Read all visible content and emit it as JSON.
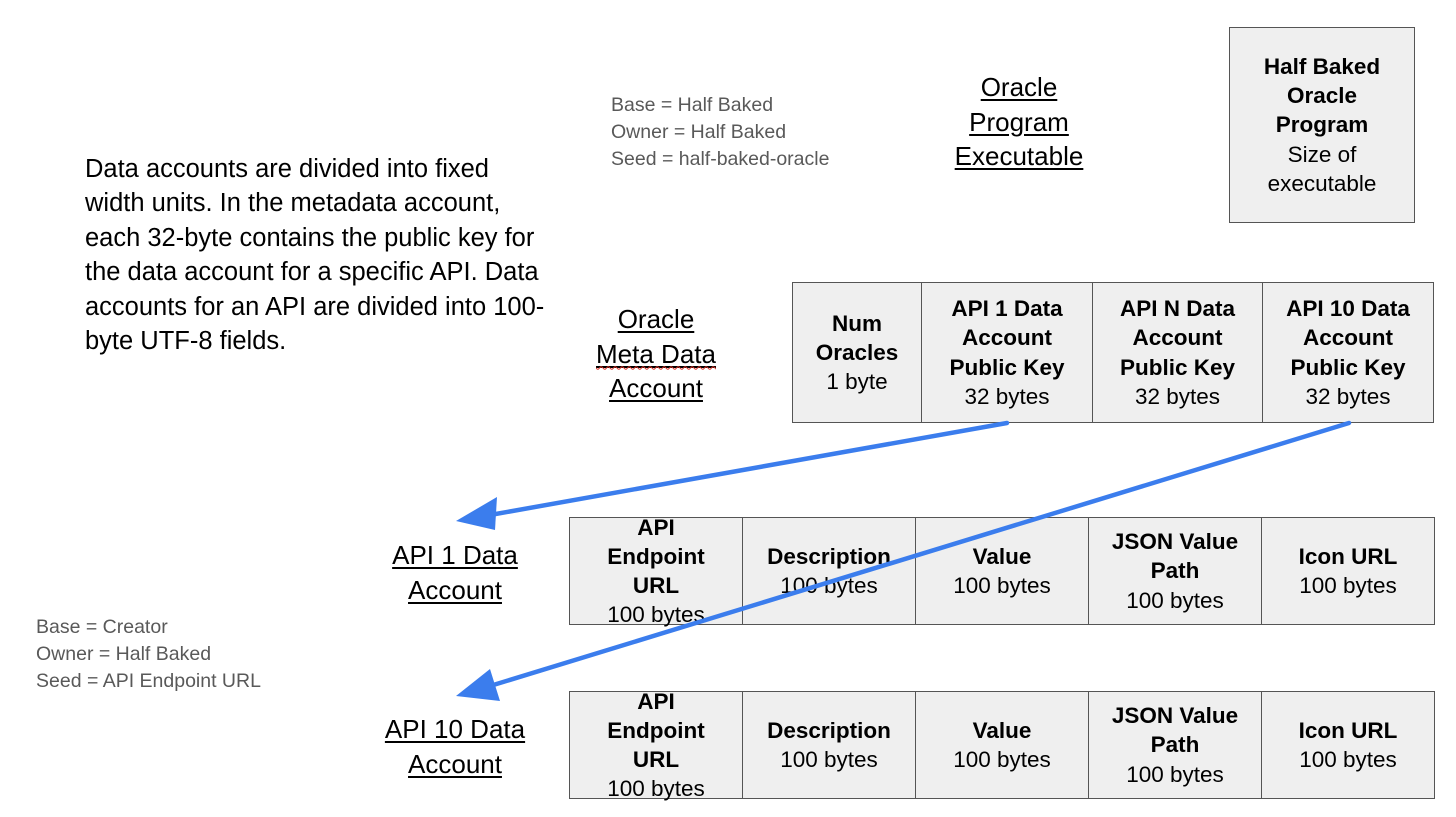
{
  "description": "Data accounts are divided into fixed width units. In the metadata account, each 32-byte contains the public key for the data account for a specific API. Data accounts for an API are divided into 100-byte UTF-8  fields.",
  "oracle_meta_note": [
    "Base = Half Baked",
    "Owner = Half Baked",
    "Seed = half-baked-oracle"
  ],
  "api_data_note": [
    "Base = Creator",
    "Owner = Half Baked",
    "Seed = API Endpoint URL"
  ],
  "program": {
    "title_lines": [
      "Oracle",
      "Program",
      "Executable"
    ],
    "box_bold": [
      "Half Baked",
      "Oracle",
      "Program"
    ],
    "box_sub": [
      "Size of",
      "executable"
    ]
  },
  "meta_account": {
    "title_lines": [
      "Oracle",
      "Meta Data",
      "Account"
    ],
    "cells": [
      {
        "name": [
          "Num",
          "Oracles"
        ],
        "size": "1 byte"
      },
      {
        "name": [
          "API 1 Data",
          "Account",
          "Public Key"
        ],
        "size": "32 bytes"
      },
      {
        "name": [
          "API N Data",
          "Account",
          "Public Key"
        ],
        "size": "32 bytes"
      },
      {
        "name": [
          "API 10 Data",
          "Account",
          "Public Key"
        ],
        "size": "32 bytes"
      }
    ]
  },
  "api1_account": {
    "title_lines": [
      "API 1 Data",
      "Account"
    ],
    "cells": [
      {
        "name": [
          "API",
          "Endpoint",
          "URL"
        ],
        "size": "100 bytes"
      },
      {
        "name": [
          "Description"
        ],
        "size": "100 bytes"
      },
      {
        "name": [
          "Value"
        ],
        "size": "100 bytes"
      },
      {
        "name": [
          "JSON Value",
          "Path"
        ],
        "size": "100 bytes"
      },
      {
        "name": [
          "Icon URL"
        ],
        "size": "100 bytes"
      }
    ]
  },
  "api10_account": {
    "title_lines": [
      "API 10 Data",
      "Account"
    ],
    "cells": [
      {
        "name": [
          "API",
          "Endpoint",
          "URL"
        ],
        "size": "100 bytes"
      },
      {
        "name": [
          "Description"
        ],
        "size": "100 bytes"
      },
      {
        "name": [
          "Value"
        ],
        "size": "100 bytes"
      },
      {
        "name": [
          "JSON Value",
          "Path"
        ],
        "size": "100 bytes"
      },
      {
        "name": [
          "Icon URL"
        ],
        "size": "100 bytes"
      }
    ]
  },
  "colors": {
    "arrow": "#3b7ded",
    "cell_fill": "#efefef",
    "note_text": "#595959"
  }
}
